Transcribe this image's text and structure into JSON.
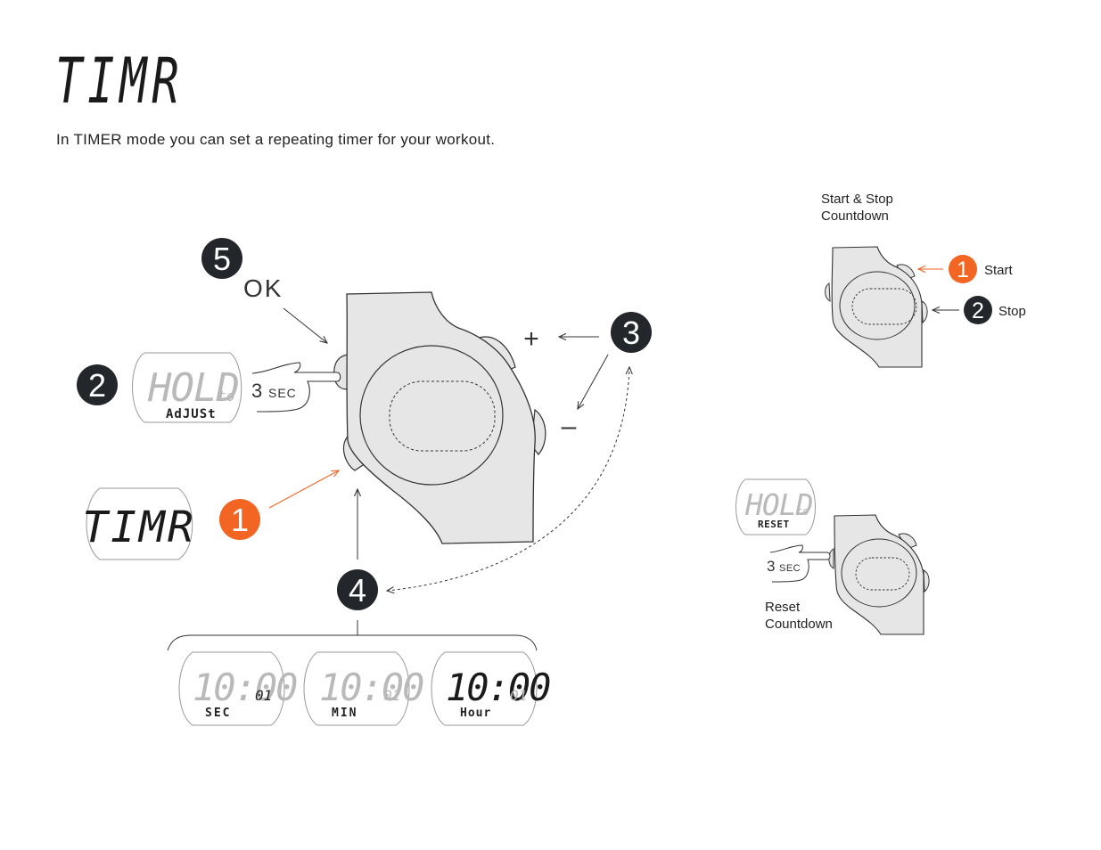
{
  "title": "TIMR",
  "intro": "In TIMER mode you can set a repeating timer for your workout.",
  "steps": {
    "s1": "1",
    "s2": "2",
    "s3": "3",
    "s4": "4",
    "s5": "5"
  },
  "ok_label": "OK",
  "plus_label": "+",
  "minus_label": "–",
  "hold_display": {
    "main": "HOLD",
    "sub": "to",
    "line2": "AdJUSt"
  },
  "hold_duration": {
    "num": "3",
    "unit": "SEC"
  },
  "mode_display": "TIMR",
  "time_displays": [
    {
      "time": "10:00",
      "suffix": "01",
      "label": "SEC"
    },
    {
      "time": "10:00",
      "suffix": "01",
      "label": "MIN"
    },
    {
      "time": "10:00",
      "suffix": "01",
      "label": "Hour"
    }
  ],
  "start_stop": {
    "heading_line1": "Start & Stop",
    "heading_line2": "Countdown",
    "n1": "1",
    "n2": "2",
    "start_label": "Start",
    "stop_label": "Stop"
  },
  "reset": {
    "hold_main": "HOLD",
    "hold_sub": "to",
    "hold_line2": "RESET",
    "duration_num": "3",
    "duration_unit": "SEC",
    "label_line1": "Reset",
    "label_line2": "Countdown"
  },
  "colors": {
    "accent": "#f26522",
    "dark": "#23262b",
    "watch_fill": "#e6e6e6",
    "stroke": "#333333",
    "lcd_segment": "#b9b9b9"
  }
}
